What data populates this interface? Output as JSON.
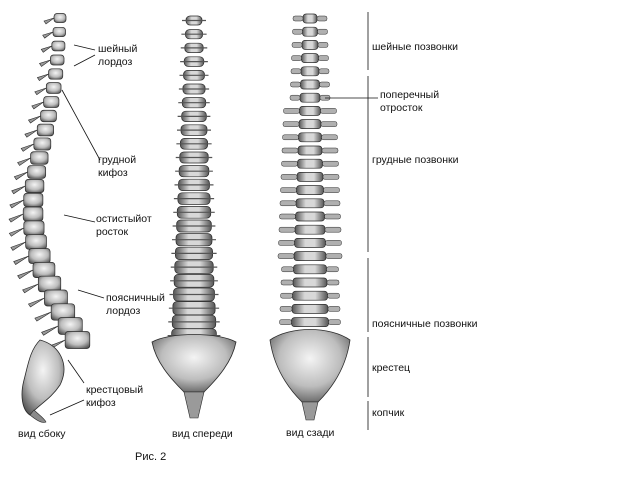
{
  "figure": {
    "caption": "Рис. 2",
    "views": {
      "side": "вид сбоку",
      "front": "вид спереди",
      "back": "вид сзади"
    },
    "side_labels": {
      "cervical_lordosis": "шейный\nлордоз",
      "thoracic_kyphosis": "грудной\nкифоз",
      "spinous_process": "остистыйот\nросток",
      "lumbar_lordosis": "поясничный\nлордоз",
      "sacral_kyphosis": "крестцовый\nкифоз"
    },
    "back_labels": {
      "cervical_vertebrae": "шейные позвонки",
      "transverse_process": "поперечный\nотросток",
      "thoracic_vertebrae": "грудные позвонки",
      "lumbar_vertebrae": "поясничные позвонки",
      "sacrum": "крестец",
      "coccyx": "копчик"
    },
    "colors": {
      "bone_light": "#e6e6e6",
      "bone_mid": "#a8a8a8",
      "bone_dark": "#3a3a3a",
      "ink": "#111111"
    }
  }
}
